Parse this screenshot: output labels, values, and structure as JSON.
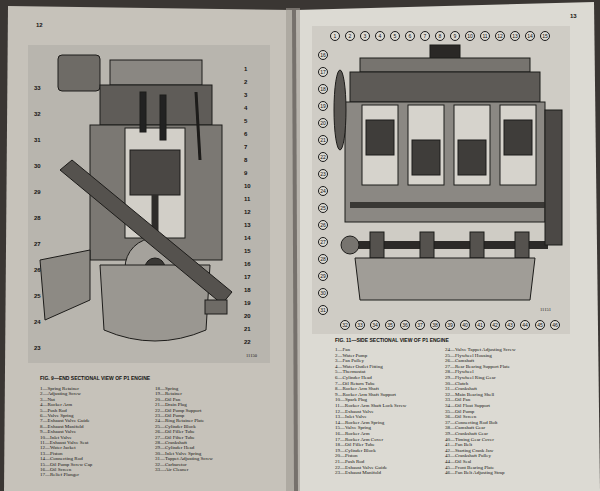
{
  "diagram": {
    "nodes": [
      {
        "text": [
          "1"
        ]
      },
      {
        "text": [
          "2"
        ]
      },
      {
        "text": [
          "3"
        ]
      },
      {
        "text": [
          "4"
        ]
      },
      {
        "text": [
          "5"
        ]
      },
      {
        "text": [
          "6"
        ]
      },
      {
        "text": [
          "7"
        ]
      },
      {
        "text": [
          "8"
        ]
      },
      {
        "text": [
          "9"
        ]
      },
      {
        "text": [
          "10"
        ]
      },
      {
        "text": [
          "11"
        ]
      },
      {
        "text": [
          "12"
        ]
      },
      {
        "text": [
          "13"
        ]
      },
      {
        "text": [
          "14"
        ]
      },
      {
        "text": [
          "15"
        ]
      },
      {
        "text": [
          "16"
        ]
      },
      {
        "text": [
          "17"
        ]
      },
      {
        "text": [
          "18"
        ]
      },
      {
        "text": [
          "19"
        ]
      },
      {
        "text": [
          "20"
        ]
      },
      {
        "text": [
          "21"
        ]
      },
      {
        "text": [
          "22"
        ]
      },
      {
        "text": [
          "23"
        ]
      },
      {
        "text": [
          "24"
        ]
      },
      {
        "text": [
          "25"
        ]
      },
      {
        "text": [
          "26"
        ]
      },
      {
        "text": [
          "27"
        ]
      },
      {
        "text": [
          "28"
        ]
      },
      {
        "text": [
          "29"
        ]
      },
      {
        "text": [
          "30"
        ]
      },
      {
        "text": [
          "31"
        ]
      },
      {
        "text": [
          "32"
        ]
      },
      {
        "text": [
          "33"
        ]
      },
      {
        "text": [
          "34"
        ]
      },
      {
        "text": [
          "35"
        ]
      },
      {
        "text": [
          "36"
        ]
      },
      {
        "text": [
          "37"
        ]
      },
      {
        "text": [
          "38"
        ]
      },
      {
        "text": [
          "39"
        ]
      },
      {
        "text": [
          "40"
        ]
      },
      {
        "text": [
          "41"
        ]
      },
      {
        "text": [
          "42"
        ]
      },
      {
        "text": [
          "43"
        ]
      },
      {
        "text": [
          "44"
        ]
      },
      {
        "text": [
          "45"
        ]
      },
      {
        "text": [
          "46"
        ]
      }
    ],
    "labels": [
      "12",
      "13",
      "1",
      "2",
      "3",
      "4",
      "5",
      "6",
      "7",
      "8",
      "9",
      "10",
      "11",
      "12",
      "13",
      "14",
      "15",
      "16",
      "17",
      "18",
      "19",
      "20",
      "21",
      "22",
      "23",
      "24",
      "25",
      "26",
      "27",
      "28",
      "29",
      "30",
      "31",
      "32",
      "33",
      "11150",
      "FIG. 9—END SECTIONAL VIEW OF P1 ENGINE",
      "1—Spring Retainer",
      "2—Adjusting Screw",
      "3—Nut",
      "4—Rocker Arm",
      "5—Push Rod",
      "6—Valve Spring",
      "7—Exhaust Valve Guide",
      "8—Exhaust Manifold",
      "9—Exhaust Valve",
      "10—Inlet Valve",
      "11—Exhaust Valve Seat",
      "12—Water Jacket",
      "13—Piston",
      "14—Connecting Rod",
      "15—Oil Pump Screw Cap",
      "16—Oil Screen",
      "17—Relief Plunger",
      "18—Spring",
      "19—Retainer",
      "20—Oil Pan",
      "21—Drain Plug",
      "22—Oil Pump Support",
      "23—Oil Pump",
      "24—Ring Retainer Plate",
      "25—Cylinder Block",
      "26—Oil Filler Tube",
      "27—Oil Filter Tube",
      "28—Crankshaft",
      "29—Cylinder Head",
      "30—Inlet Valve Spring",
      "31—Tappet Adjusting Screw",
      "32—Carburetor",
      "33—Air Cleaner",
      "11151",
      "FIG. 11—SIDE SECTIONAL VIEW OF P1 ENGINE",
      "1—Fan",
      "2—Water Pump",
      "3—Fan Pulley",
      "4—Water Outlet Fitting",
      "5—Thermostat",
      "6—Cylinder Head",
      "7—Oil Return Tube",
      "8—Rocker Arm Shaft",
      "9—Rocker Arm Shaft Support",
      "10—Spark Plug",
      "11—Rocker Arm Shaft Lock Screw",
      "12—Exhaust Valve",
      "13—Inlet Valve",
      "14—Rocker Arm Spring",
      "15—Valve Spring",
      "16—Rocker Arm",
      "17—Rocker Arm Cover",
      "18—Oil Filler Tube",
      "19—Cylinder Block",
      "20—Piston",
      "21—Push Rod",
      "22—Exhaust Valve Guide",
      "23—Exhaust Manifold",
      "24—Valve Tappet Adjusting Screw",
      "25—Flywheel Housing",
      "26—Camshaft",
      "27—Rear Bearing Support Plate",
      "28—Flywheel",
      "29—Flywheel Ring Gear",
      "30—Clutch",
      "31—Crankshaft",
      "32—Main Bearing Shell",
      "33—Oil Pan",
      "34—Oil Float Support",
      "35—Oil Pump",
      "36—Oil Screen",
      "37—Connecting Rod Bolt",
      "38—Camshaft Gear",
      "39—Crankshaft Gear",
      "40—Timing Gear Cover",
      "41—Fan Belt",
      "42—Starting Crank Jaw",
      "43—Crankshaft Pulley",
      "44—Oil Seal",
      "45—Front Bearing Plate",
      "46—Fan Belt Adjusting Strap"
    ]
  }
}
